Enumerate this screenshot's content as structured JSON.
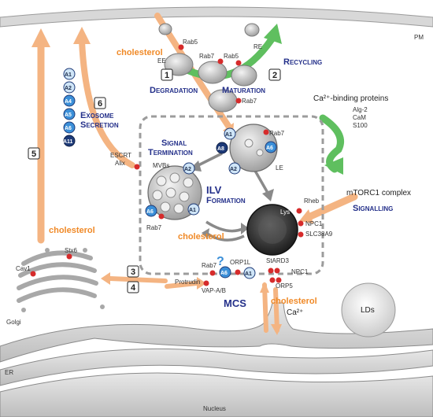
{
  "labels": {
    "pm": "PM",
    "er": "ER",
    "nucleus": "Nucleus",
    "golgi": "Golgi",
    "lds": "LDs",
    "ee": "EE",
    "re": "RE",
    "le": "LE",
    "mvbs": "MVBs",
    "lys": "Lys",
    "rab5_top": "Rab5",
    "rab5_mid": "Rab5",
    "rab7_top": "Rab7",
    "rab7_mat": "Rab7",
    "rab7_le": "Rab7",
    "rab7_mvb": "Rab7",
    "rab7_mcs": "Rab7",
    "escrt": "ESCRT",
    "alix": "Alix",
    "cav1": "Cav1",
    "stx6": "Stx6",
    "protrudin": "Protrudin",
    "vap": "VAP-A/B",
    "orp1l": "ORP1L",
    "stard3": "StARD3",
    "npc1_mcs": "NPC1",
    "orp5": "ORP5",
    "rheb": "Rheb",
    "npc1_sig": "NPC1",
    "slc38a9": "SLC38A9",
    "mtorc1": "mTORC1 complex",
    "ca_binding": "Ca²⁺-binding proteins",
    "alg2": "Alg-2",
    "cam": "CaM",
    "s100": "S100",
    "ca_mcs": "Ca²⁺",
    "question": "?"
  },
  "titles": {
    "degradation": "Degradation",
    "maturation": "Maturation",
    "recycling": "Recycling",
    "exosome": "Exosome",
    "secretion": "Secretion",
    "signal": "Signal",
    "termination": "Termination",
    "ilv": "ILV",
    "formation": "Formation",
    "signalling": "Signalling",
    "mcs": "MCS"
  },
  "cholesterol": {
    "top": "cholesterol",
    "golgi": "cholesterol",
    "center": "cholesterol",
    "mcs": "cholesterol"
  },
  "numbers": [
    "1",
    "2",
    "3",
    "4",
    "5",
    "6"
  ],
  "annexins": {
    "exosome": [
      "A1",
      "A2",
      "A4",
      "A5",
      "A6",
      "A11"
    ],
    "le": [
      "A1",
      "A8",
      "A6",
      "A2"
    ],
    "mvb": [
      "A2",
      "A6",
      "A1"
    ],
    "mcs": [
      "A6",
      "A1"
    ]
  },
  "colors": {
    "cholesterol_arrow": "#f4b482",
    "recycling_arrow": "#5fbf5f",
    "title": "#24308a",
    "annexin_light": "#cfe5f7",
    "annexin_mid": "#3b8fd8",
    "annexin_dark": "#1d3a78",
    "protein_dot": "#d62b2b"
  }
}
